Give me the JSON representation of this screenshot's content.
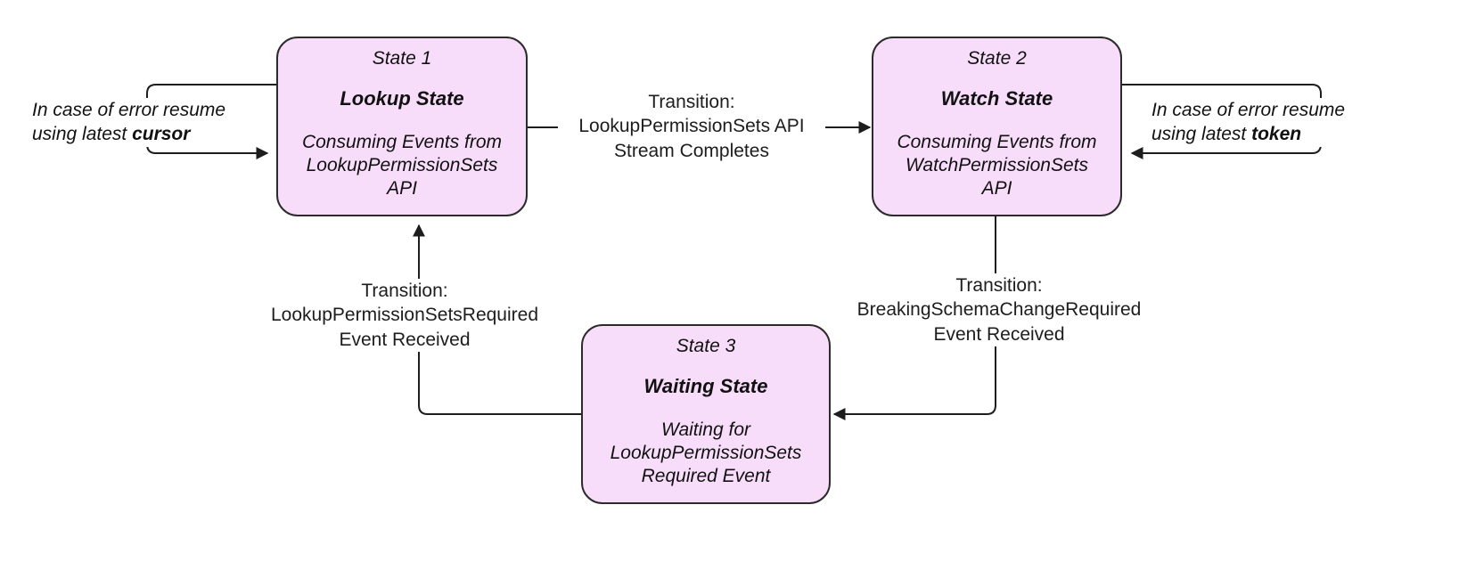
{
  "diagram": {
    "type": "state-machine",
    "background": "#ffffff",
    "state_fill": "#f7ddf9",
    "state_stroke": "#2b2b2b",
    "line_color": "#3a3340"
  },
  "states": [
    {
      "id": "state1",
      "number": "State 1",
      "title": "Lookup State",
      "description": "Consuming Events from\nLookupPermissionSets\nAPI"
    },
    {
      "id": "state2",
      "number": "State 2",
      "title": "Watch State",
      "description": "Consuming Events from\nWatchPermissionSets\nAPI"
    },
    {
      "id": "state3",
      "number": "State 3",
      "title": "Waiting State",
      "description": "Waiting for\nLookupPermissionSets\nRequired Event"
    }
  ],
  "transitions": [
    {
      "id": "state1-to-state2",
      "from": "State 1",
      "to": "State 2",
      "label": "Transition:\nLookupPermissionSets API\nStream Completes"
    },
    {
      "id": "state3-to-state1",
      "from": "State 3",
      "to": "State 1",
      "label": "Transition:\nLookupPermissionSetsRequired\nEvent Received"
    },
    {
      "id": "state2-to-state3",
      "from": "State 2",
      "to": "State 3",
      "label": "Transition:\nBreakingSchemaChangeRequired\nEvent Received"
    }
  ],
  "notes": [
    {
      "id": "note-cursor",
      "line1": "In case of error resume",
      "line2_prefix": "using latest ",
      "line2_emphasis": "cursor",
      "attached_to": "State 1"
    },
    {
      "id": "note-token",
      "line1": "In case of error resume",
      "line2_prefix": "using latest ",
      "line2_emphasis": "token",
      "attached_to": "State 2"
    }
  ]
}
